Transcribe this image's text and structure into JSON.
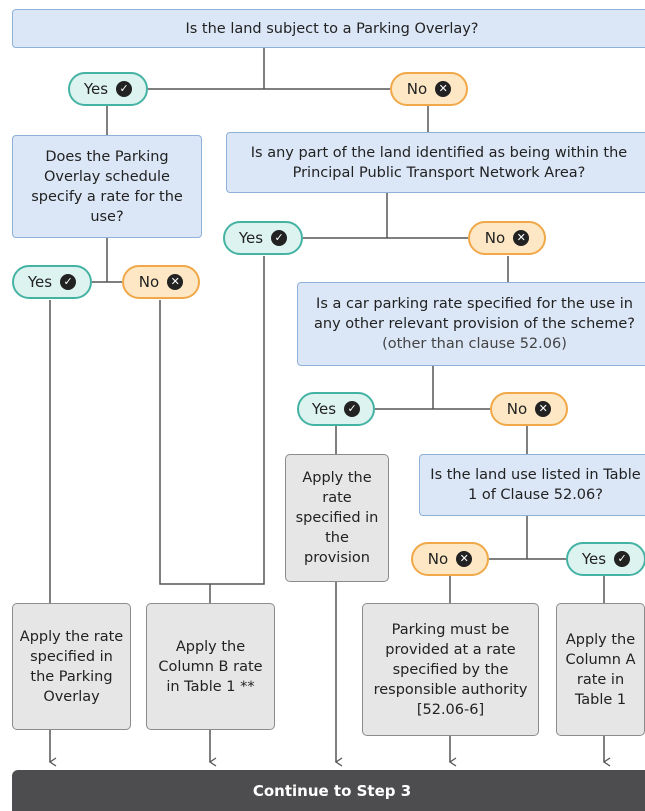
{
  "q_overlay": "Is the land subject to a Parking Overlay?",
  "q_schedule": "Does the Parking Overlay schedule specify a rate for the use?",
  "q_ppta": "Is any part of the land identified as being within the Principal Public Transport Network Area?",
  "q_other_main": "Is a car parking rate specified for the use in any other relevant provision of the scheme?",
  "q_other_note": "(other than clause 52.06)",
  "q_table": "Is the land use listed in Table 1 of Clause 52.06?",
  "yes_label": "Yes",
  "no_label": "No",
  "r_overlay": "Apply the rate specified in the Parking Overlay",
  "r_colb": "Apply the Column B rate in Table 1 **",
  "r_provision": "Apply the rate specified in the provision",
  "r_authority": "Parking must be provided at a rate specified by the responsible authority [52.06-6]",
  "r_cola": "Apply the Column A rate in Table 1",
  "footer": "Continue to Step 3",
  "colors": {
    "question_fill": "#dbe7f7",
    "yes_border": "#45b3a4",
    "no_border": "#f0a848",
    "result_fill": "#e6e6e6",
    "footer": "#4d4d4f"
  },
  "icons": {
    "yes": "check-circle-icon",
    "no": "x-circle-icon"
  }
}
